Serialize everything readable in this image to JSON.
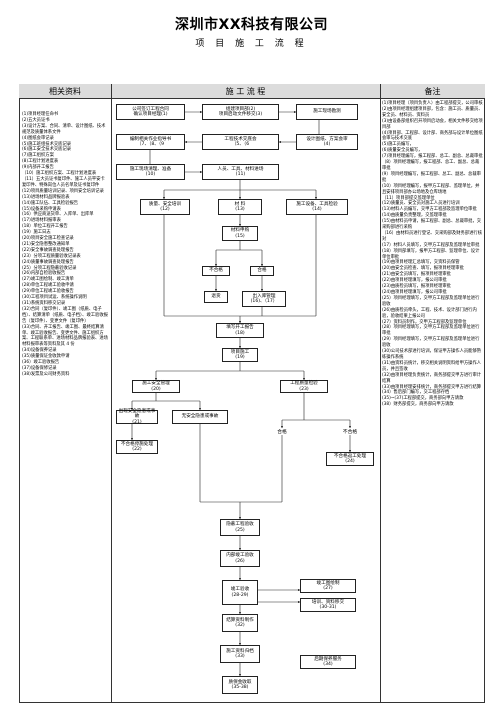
{
  "title": "深圳市XX科技有限公司",
  "subtitle": "项 目 施 工 流 程",
  "headers": {
    "left": "相关资料",
    "middle": "施   工   流   程",
    "right": "备注"
  },
  "left_items": [
    "(1)项目经理任命书",
    "(2)五大员证书",
    "(3)设计方案、合同、清单、设计图纸、技术规范及质量体系文件",
    "(4)图纸会审记录",
    "(5)施工班组技术交底记录",
    "(6)施工安全技术交底记录",
    "(7)施工组织方案",
    "(8)工程计划进度表",
    "(9)内部开工报告",
    "（10）施工组织方案、工程计划进度表",
    "（11）五大员证书复印件、施工人员平安卡复印件、特殊岗位人员名单及证书复印件",
    "(12)项目质量培训记录、项目安全培训记录",
    "(13)进场材料品牌报验表",
    "(14)施工队伍、工具检验报告",
    "(15)设备采购申请表",
    "(16）供应商送货单、入库单、出库单",
    "(17)进场材料报审表",
    "(18）单位工程开工报告",
    "(19）施工日志",
    "(20)项目安全施工检查记录",
    "(21)安全隐患整改通知单",
    "(22)安全事故调查处理报告",
    "(23）分项工程质量验收记录表",
    "(24)质量事故调查处理报告",
    "(25）分项工程隐蔽验收记录",
    "(26)内部自检验收报告",
    "(27)竣工图绘制、竣工清单",
    "(28)单位工程竣工验收申请",
    "(29)单位工程竣工验收报告",
    "(30)工程项目试运、系统操作说明",
    "(31)系统资料移交记录",
    "(32)合同（复印件）、竣工图（纸质、电子档）、结算清单（纸质、电子档）、竣工验收报告（复印件）、变更文件（复印件）",
    "(33)合同、开工报告、竣工图、最终结算清单、竣工验收报告、变更文件、施工组织方案、工程联系单、进场材料品牌报验表、进场材料报审表等资料及其 4 份",
    "(34)设备保养记录",
    "(35)质量保证金收款申请",
    "(36）竣工验收报告",
    "(37)设备保修记录",
    "(38)发票及公司财务资料"
  ],
  "right_items": [
    "(1)项目经理（项目负责人）由工程部提交，公司审核",
    "(2)由项目经理组建项目部，包含：施工员、质量员、安全员、材料员、资料员",
    "(3)由设备部组织召开项目启动会，相关文件移交给项目部",
    "(4)项目部、工程部、设计部、商务部与设计单位图纸会审与技术交底",
    "(5)施工员编写，",
    "(6)质量安全员编写，",
    "(7)项目经理编写，报工程部、总工、副总、总裁审批",
    "（8）项目经理编写，报工程部、总工、副总、总裁审批",
    "(9）项目经理编写，报工程部、总工、副总、总裁审批",
    "(10）项目经理编写，报甲方工程部、监理单位，并且安排项目部办公场地及仓库场地",
    "（11）项目部提交监理单位",
    "(12)质量员、安全员对施工人员进行培训",
    "(13)材料人员编写，交甲方工程部及监理单位审批",
    "(14)由质量负责整理，交监理审批",
    "(15)由材料员申请，报工程部、副总、总裁审批，交采购部进行采购",
    "（16）由材料员进行登记、交采购部及财务部进行核对",
    "(17）材料人员填写，交甲方工程部及监理单位审批",
    "(18）项目部填写，报甲方工程部、监理单位、设计单位审批",
    "(19)由项目经理汇总填写，交资料员保管",
    "(20)由安全员检查、填写，报项目经理审批",
    "(21)由安全员填写，报项目经理审批",
    "(22)由项目经理填写，报公司审批",
    "(23)由质检员填写，报项目经理审批",
    "(24)由项目经理填写，报公司审批",
    "(25）项目经理填写，交甲方工程部及监理单位进行验收",
    "(26)由质检员牵头，工程、技术、设计部门进行内验，验收结果上报公司",
    "(27）资料员制作，交甲方工程部及监理单位",
    "(28）项目经理填写，交甲方工程部及监理单位进行审批",
    "(29）项目经理填写，交甲方工程部及监理单位进行验收",
    "(30)公司技术部进行培训，保证甲方操作人员能够熟练操作系统",
    "(31)由资料员统计，移交相关说明资料给甲方操作人员，并且签收",
    "(32)由项目经理负责统计，商务部提交甲方进行审计结算",
    "(33)由项目经理安排统计，商务部提交甲方进行结算",
    "(34）售后部门编写，交工程部存档",
    "(35)~(37)工程部提交，商务部向甲方请款",
    "(38）财务部提交，商务部向甲方请款"
  ],
  "flow": {
    "b1": [
      "公司签订工程合同",
      "确认项目经理(1)"
    ],
    "b2": [
      "组建项目部(2)",
      "项目启动文件移交(3)"
    ],
    "b3": [
      "施工现场勘测"
    ],
    "b4": [
      "编制相关作业指导书",
      "（7、（8、（9"
    ],
    "b5": [
      "工程技术交底会",
      "（5、（6"
    ],
    "b6": [
      "设计图纸、方案会审",
      "(4)"
    ],
    "b7": [
      "施工现场清理、准备",
      "(10)"
    ],
    "b8": [
      "人员、工具、材料进场",
      "(11)"
    ],
    "b9": [
      "质量、安全培训",
      "(12)"
    ],
    "b10": [
      "材    料",
      "(13)"
    ],
    "b11": [
      "施工设备、工具检验",
      "(14)"
    ],
    "b12": [
      "材料申购",
      "(15)"
    ],
    "l_bhg": "不合格",
    "l_hg": "合格",
    "b13": [
      "退货"
    ],
    "b14": [
      "出入库管理",
      "(16)、（17）"
    ],
    "b15": [
      "填写开工报告",
      "(18)"
    ],
    "b16": [
      "项目施工",
      "(19)"
    ],
    "b17": [
      "施工安全管理",
      "(20)"
    ],
    "b18": [
      "工程质量检验",
      "(23)"
    ],
    "b19": [
      "出现安全隐患或事故",
      "(21)"
    ],
    "b20": [
      "无安全隐患或事故"
    ],
    "l_hg2": "合格",
    "l_bhg2": "不合格",
    "b21": [
      "不合格停施处理",
      "(22)"
    ],
    "b22": [
      "不合格返工处理",
      "(24)"
    ],
    "b23": [
      "隐蔽工程验收",
      "(25)"
    ],
    "b24": [
      "内部竣工验收",
      "(26)"
    ],
    "b25": [
      "竣工图绘制",
      "(27)"
    ],
    "b26": [
      "竣工验收",
      "(28-29)"
    ],
    "b27": [
      "培训、资料移交",
      "(30-31)"
    ],
    "b28": [
      "结算资料制作",
      "(32)"
    ],
    "b29": [
      "施工资料归档",
      "(33)"
    ],
    "b30": [
      "后期保养服务",
      "(34)"
    ],
    "b31": [
      "质保金收取",
      "(35-38)"
    ]
  }
}
